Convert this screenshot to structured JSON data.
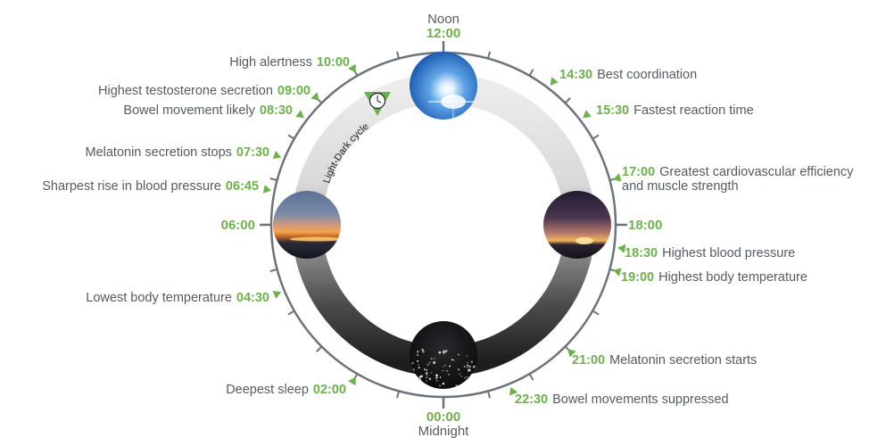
{
  "ring_label": "Light-Dark cycle",
  "cardinal": {
    "noon_word": "Noon",
    "noon_time": "12:00",
    "midnight_word": "Midnight",
    "midnight_time": "00:00",
    "six_am": "06:00",
    "six_pm": "18:00"
  },
  "events": [
    {
      "time": "10:00",
      "text": "High alertness"
    },
    {
      "time": "09:00",
      "text": "Highest testosterone secretion"
    },
    {
      "time": "08:30",
      "text": "Bowel movement likely"
    },
    {
      "time": "07:30",
      "text": "Melatonin secretion stops"
    },
    {
      "time": "06:45",
      "text": "Sharpest rise in blood pressure"
    },
    {
      "time": "04:30",
      "text": "Lowest body temperature"
    },
    {
      "time": "02:00",
      "text": "Deepest sleep"
    },
    {
      "time": "14:30",
      "text": "Best coordination"
    },
    {
      "time": "15:30",
      "text": "Fastest reaction time"
    },
    {
      "time": "17:00",
      "text": "Greatest cardiovascular efficiency",
      "text2": "and muscle strength"
    },
    {
      "time": "18:30",
      "text": "Highest blood pressure"
    },
    {
      "time": "19:00",
      "text": "Highest body temperature"
    },
    {
      "time": "21:00",
      "text": "Melatonin secretion starts"
    },
    {
      "time": "22:30",
      "text": "Bowel movements suppressed"
    }
  ],
  "colors": {
    "accent_green": "#6cb24a",
    "label_gray": "#555b62",
    "dial_gray": "#6d737a"
  },
  "icons": {
    "noon": "daytime-sun-sky-image",
    "dusk": "sunset-image",
    "dawn": "sunrise-image",
    "midnight": "night-city-lights-image",
    "clock": "clock-icon"
  }
}
